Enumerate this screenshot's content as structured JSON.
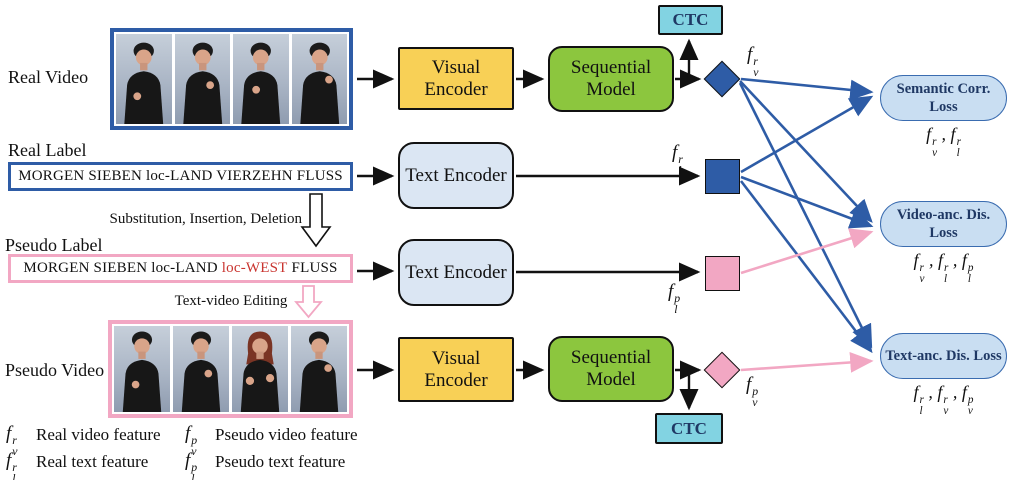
{
  "colors": {
    "blue": "#2e5ca6",
    "navy": "#1f3864",
    "pink": "#f2a7c3",
    "red": "#c9342f",
    "yellow": "#f8d056",
    "green": "#8cc63e",
    "cyan": "#82d3e2",
    "lightblue": "#dbe6f3",
    "lossfill": "#c9def2",
    "lossborder": "#3a6cb0"
  },
  "row_labels": {
    "real_video": "Real Video",
    "real_label": "Real Label",
    "pseudo_label": "Pseudo Label",
    "pseudo_video": "Pseudo Video"
  },
  "real_label_box": {
    "text": "MORGEN SIEBEN loc-LAND VIERZEHN FLUSS"
  },
  "pseudo_label_box": {
    "prefix": "MORGEN SIEBEN loc-LAND",
    "highlight": "loc-WEST",
    "suffix": "FLUSS"
  },
  "edit_steps": {
    "label_edit": "Substitution, Insertion, Deletion",
    "video_edit": "Text-video Editing"
  },
  "blocks": {
    "visual_encoder": "Visual Encoder",
    "sequential_model": "Sequential Model",
    "text_encoder": "Text Encoder",
    "ctc": "CTC"
  },
  "features": {
    "real_video_feature": "f_v^r",
    "real_text_feature": "f_l^r",
    "pseudo_text_feature": "f_l^p",
    "pseudo_video_feature": "f_v^p"
  },
  "losses": [
    {
      "title": "Semantic Corr. Loss",
      "formula": "f_v^r , f_l^r"
    },
    {
      "title": "Video-anc. Dis. Loss",
      "formula": "f_v^r , f_l^r , f_l^p"
    },
    {
      "title": "Text-anc. Dis. Loss",
      "formula": "f_l^r , f_v^r , f_v^p"
    }
  ],
  "legend": [
    {
      "symbol": "f_v^r",
      "desc": "Real video feature"
    },
    {
      "symbol": "f_v^p",
      "desc": "Pseudo video feature"
    },
    {
      "symbol": "f_l^r",
      "desc": "Real text feature"
    },
    {
      "symbol": "f_l^p",
      "desc": "Pseudo text feature"
    }
  ],
  "video": {
    "real_frames": 4,
    "pseudo_frames": 4,
    "edited_frame_index": 2
  }
}
